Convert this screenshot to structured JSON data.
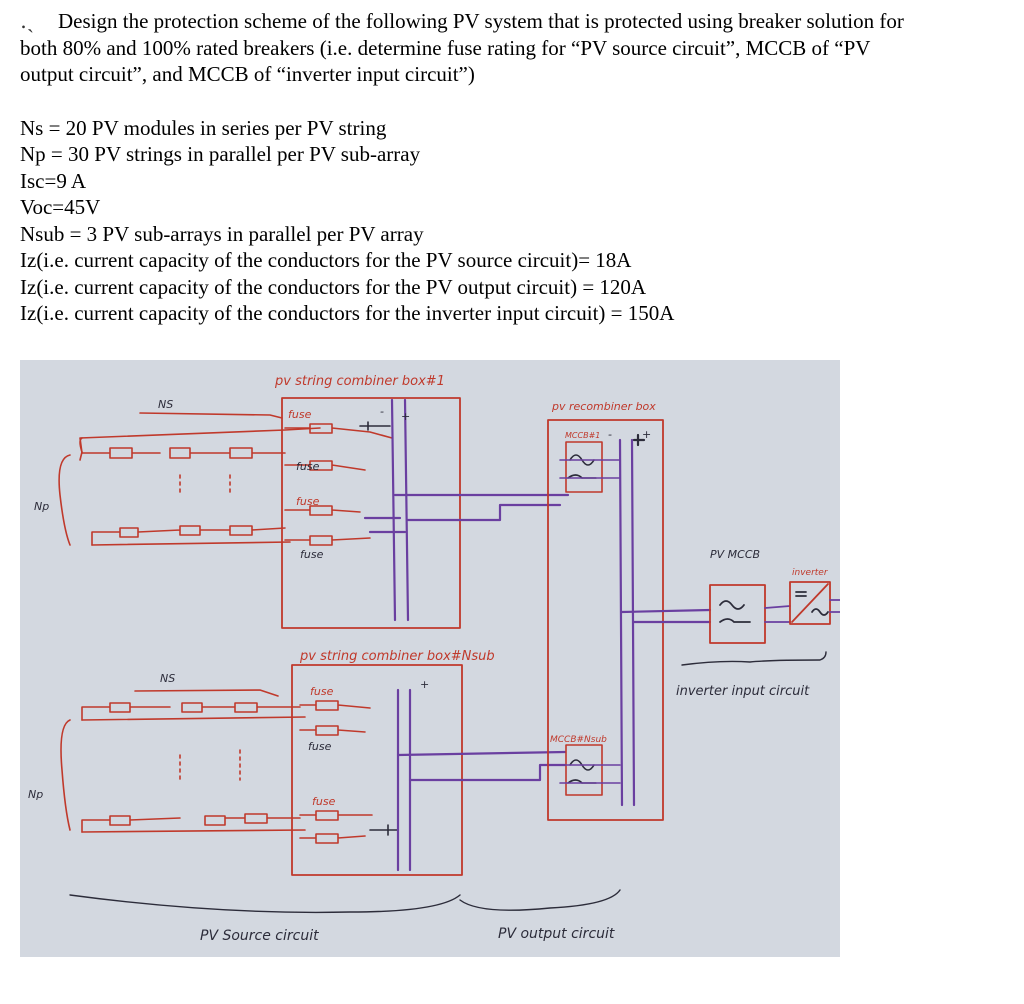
{
  "question": {
    "marker": "․ˏ",
    "lines": [
      "Design the protection scheme of the following PV system that is protected using breaker solution for",
      "both 80% and 100% rated breakers (i.e. determine fuse rating for “PV source circuit”, MCCB of “PV",
      "output circuit”, and MCCB of “inverter input circuit”)"
    ]
  },
  "parameters": [
    "Ns = 20 PV modules in series per PV string",
    "Np = 30 PV strings in parallel per PV sub-array",
    "Isc=9 A",
    "Voc=45V",
    "Nsub = 3 PV sub-arrays in parallel per PV array",
    "Iz(i.e. current capacity of the conductors for the PV source circuit)= 18A",
    "Iz(i.e. current capacity of the conductors for the PV output circuit) = 120A",
    "Iz(i.e. current capacity of the conductors for the inverter input circuit) = 150A"
  ],
  "sketch": {
    "labels": {
      "combiner1": "pv string combiner box#1",
      "combinerN": "pv string combiner box#Nsub",
      "recombiner": "pv recombiner box",
      "ns_top": "NS",
      "ns_bottom": "NS",
      "np_top": "Np",
      "np_bottom": "Np",
      "fuse1": "fuse",
      "fuse2": "fuse",
      "fuse3": "fuse",
      "fuse4": "fuse",
      "fuse5": "fuse",
      "fuse6": "fuse",
      "fuse7": "fuse",
      "mccb1": "MCCB#1",
      "mccbN": "MCCB#Nsub",
      "pv_mccb": "PV MCCB",
      "inverter": "inverter",
      "inverter_input": "inverter input circuit",
      "source_circuit": "PV Source circuit",
      "output_circuit": "PV output circuit",
      "plus1": "+",
      "minus1": "-",
      "plus2": "+",
      "minus2": "-",
      "plus3": "+"
    },
    "colors": {
      "paper": "#d3d8e0",
      "ink_red": "#c0392b",
      "ink_purple": "#6a3fa0",
      "ink_dark": "#2c2c3a"
    }
  }
}
